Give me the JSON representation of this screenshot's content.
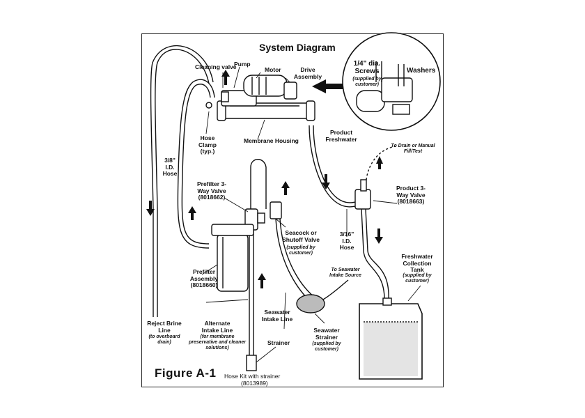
{
  "title": "System Diagram",
  "figure_label": "Figure A-1",
  "labels": {
    "cleaning_valve": "Cleaning valve",
    "pump": "Pump",
    "motor": "Motor",
    "drive_assembly": "Drive Assembly",
    "screws": "1/4\" dia. Screws",
    "screws_note": "(supplied by customer)",
    "washers": "Washers",
    "hose_clamp": "Hose Clamp (typ.)",
    "membrane_housing": "Membrane Housing",
    "product_freshwater": "Product Freshwater",
    "to_drain": "To Drain or Manual Fill/Test",
    "hose_38": "3/8\" I.D. Hose",
    "prefilter_valve": "Prefilter 3-Way Valve (8018662)",
    "product_valve": "Product 3-Way Valve (8018663)",
    "hose_316": "3/16\" I.D. Hose",
    "seacock": "Seacock or Shutoff Valve",
    "seacock_note": "(supplied by customer)",
    "prefilter_assembly": "Prefilter Assembly (8018660)",
    "to_seawater": "To Seawater Intake Source",
    "freshwater_tank": "Freshwater Collection Tank",
    "tank_note": "(supplied by customer)",
    "reject_brine": "Reject Brine Line",
    "reject_note": "(to overboard drain)",
    "alternate_intake": "Alternate Intake Line",
    "alternate_note": "(for membrane preservative and cleaner solutions)",
    "seawater_intake": "Seawater Intake Line",
    "strainer": "Strainer",
    "seawater_strainer": "Seawater Strainer",
    "strainer_note": "(supplied by customer)",
    "hose_kit": "Hose Kit with strainer",
    "hose_kit_pn": "(8013989)"
  },
  "icons": [
    "flow-arrow-icon",
    "pointer-arrow-icon"
  ],
  "colors": {
    "ink": "#111111",
    "paper": "#ffffff"
  }
}
